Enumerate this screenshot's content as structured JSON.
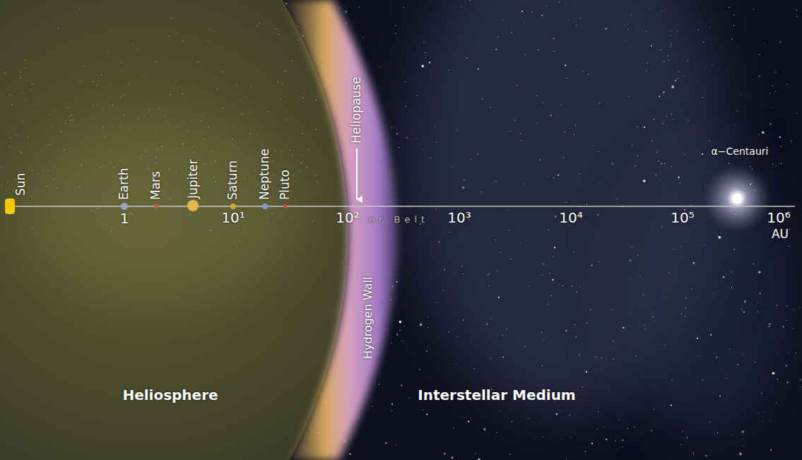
{
  "diagram": {
    "labels": [
      "Sun",
      "Earth",
      "Mars",
      "Jupiter",
      "Saturn",
      "Neptune",
      "Pluto",
      "Heliopause",
      "α−Centauri",
      "1",
      "10¹",
      "10²",
      "10³",
      "10⁴",
      "10⁵",
      "10⁶",
      "AU",
      "er Belt",
      "Hydrogen Wall",
      "Heliosphere",
      "Interstellar Medium"
    ]
  }
}
